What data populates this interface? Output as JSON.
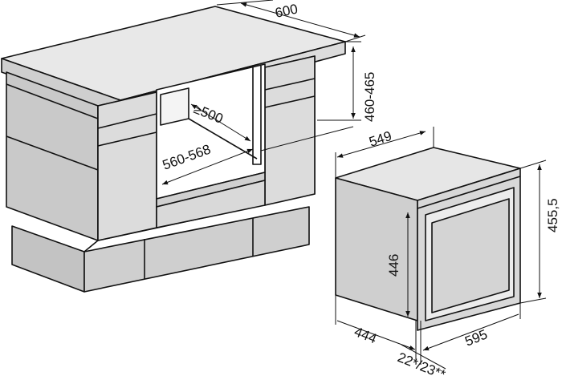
{
  "title": "Oven installation dimensions (mm)",
  "colors": {
    "face_light": "#e6e6e6",
    "face_mid": "#d2d2d2",
    "face_dark": "#bdbdbd",
    "line": "#111111"
  },
  "cabinet": {
    "depth": "600",
    "countertop_height": "460-465",
    "niche_depth": "≥500",
    "niche_width": "560-568"
  },
  "oven": {
    "depth": "549",
    "height": "455,5",
    "front_height": "446",
    "body_width": "444",
    "width": "595",
    "front_offset": "22*/23**"
  }
}
